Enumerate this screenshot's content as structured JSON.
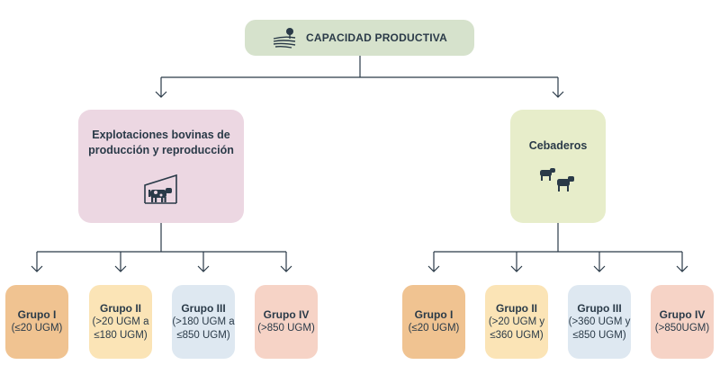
{
  "root": {
    "title": "CAPACIDAD PRODUCTIVA",
    "icon": "farm-field-icon"
  },
  "categories": [
    {
      "label": "Explotaciones bovinas de producción y reproducción",
      "icon": "cow-barn-icon",
      "groups": [
        {
          "name": "Grupo I",
          "range": "(≤20 UGM)"
        },
        {
          "name": "Grupo II",
          "range": "(>20 UGM a ≤180 UGM)"
        },
        {
          "name": "Grupo III",
          "range": "(>180 UGM a ≤850 UGM)"
        },
        {
          "name": "Grupo IV",
          "range": "(>850 UGM)"
        }
      ]
    },
    {
      "label": "Cebaderos",
      "icon": "calves-icon",
      "groups": [
        {
          "name": "Grupo I",
          "range": "(≤20 UGM)"
        },
        {
          "name": "Grupo II",
          "range": "(>20 UGM y ≤360 UGM)"
        },
        {
          "name": "Grupo III",
          "range": "(>360 UGM y ≤850 UGM)"
        },
        {
          "name": "Grupo IV",
          "range": "(>850UGM)"
        }
      ]
    }
  ],
  "colors": {
    "root_bg": "#d6e2cc",
    "left_category_bg": "#ecd7e2",
    "right_category_bg": "#e7edca",
    "group_i": "#f0c391",
    "group_ii": "#fbe4b6",
    "group_iii": "#dee8f1",
    "group_iv": "#f6d3c6",
    "lines": "#2a3a48"
  }
}
